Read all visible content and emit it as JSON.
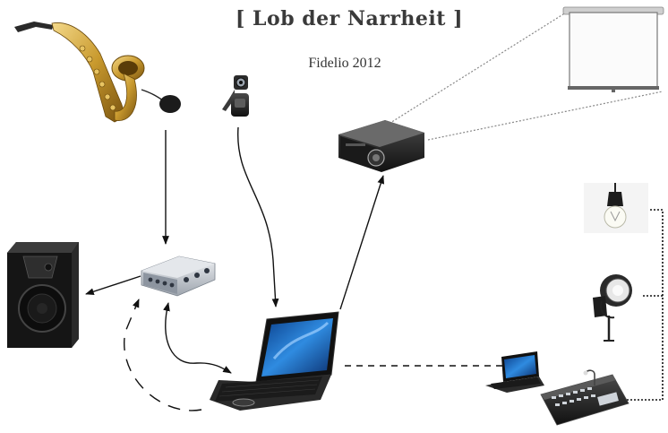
{
  "header": {
    "title": "[ Lob der Narrheit ]",
    "subtitle": "Fidelio 2012"
  },
  "devices": [
    {
      "id": "saxophone",
      "icon": "saxophone-icon"
    },
    {
      "id": "webcam",
      "icon": "webcam-icon"
    },
    {
      "id": "projector",
      "icon": "projector-icon"
    },
    {
      "id": "projection-screen",
      "icon": "projection-screen-icon"
    },
    {
      "id": "speaker",
      "icon": "speaker-icon"
    },
    {
      "id": "audio-interface",
      "icon": "audio-interface-icon"
    },
    {
      "id": "laptop",
      "icon": "laptop-icon"
    },
    {
      "id": "netbook",
      "icon": "netbook-icon"
    },
    {
      "id": "light-bulb",
      "icon": "light-bulb-icon"
    },
    {
      "id": "spotlight",
      "icon": "spotlight-icon"
    },
    {
      "id": "lighting-console",
      "icon": "lighting-console-icon"
    }
  ],
  "connections": [
    {
      "from": "saxophone",
      "to": "audio-interface",
      "style": "solid"
    },
    {
      "from": "audio-interface",
      "to": "speaker",
      "style": "solid"
    },
    {
      "from": "webcam",
      "to": "laptop",
      "style": "solid"
    },
    {
      "from": "audio-interface",
      "to": "laptop",
      "style": "solid-bidirectional"
    },
    {
      "from": "laptop",
      "to": "audio-interface",
      "style": "dashed"
    },
    {
      "from": "laptop",
      "to": "projector",
      "style": "solid"
    },
    {
      "from": "projector",
      "to": "projection-screen",
      "style": "dotted"
    },
    {
      "from": "laptop",
      "to": "netbook",
      "style": "dashed"
    },
    {
      "from": "lighting-console",
      "to": "light-bulb",
      "style": "dotted"
    },
    {
      "from": "lighting-console",
      "to": "spotlight",
      "style": "dotted"
    }
  ],
  "colors": {
    "title": "#3a3a3a",
    "arrow": "#111111",
    "brass": "#c99a2e",
    "laptop_screen": "#1d6fd0",
    "device_dark": "#222222",
    "device_silver": "#c8ccd2"
  }
}
